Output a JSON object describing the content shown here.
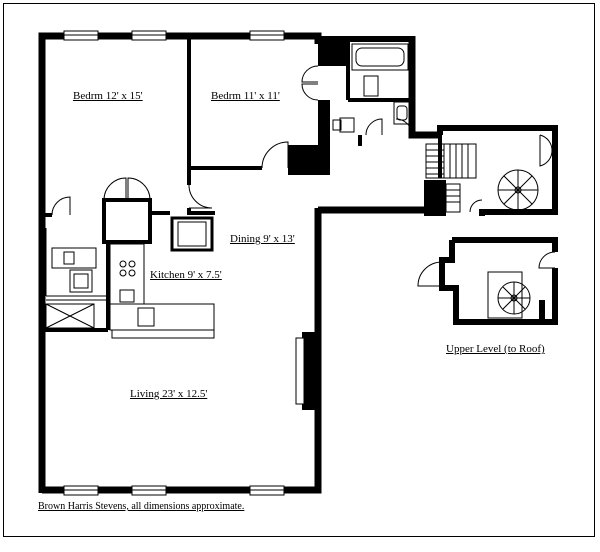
{
  "rooms": {
    "bedroom_1": "Bedrm 12' x 15'",
    "bedroom_2": "Bedrm 11' x 11'",
    "dining": "Dining 9' x 13'",
    "kitchen": "Kitchen 9' x 7.5'",
    "living": "Living 23' x 12.5'"
  },
  "upper_level_label": "Upper Level (to Roof)",
  "footer_note": "Brown Harris Stevens, all dimensions approximate."
}
